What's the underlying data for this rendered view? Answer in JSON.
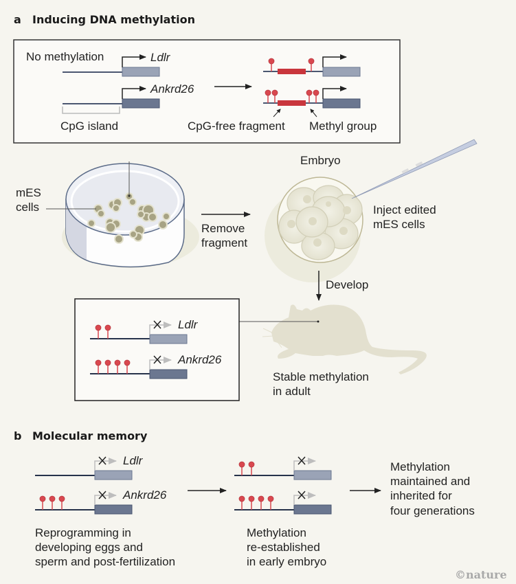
{
  "colors": {
    "background": "#f6f5ef",
    "box_background": "#fbfaf7",
    "ldlr_gene": "#9aa3b6",
    "ankrd26_gene": "#6b7790",
    "dna_line": "#4a5670",
    "methyl_group": "#d9484f",
    "cpg_free_fragment": "#c9363d",
    "silenced_arrow": "#bdbdbd",
    "mouse": "#e3e0cf",
    "copyright": "#a9a9a9"
  },
  "panel_a": {
    "letter": "a",
    "title": "Inducing DNA methylation",
    "top_box": {
      "no_methylation_label": "No methylation",
      "gene1": "Ldlr",
      "gene2": "Ankrd26",
      "cpg_island_label": "CpG island",
      "cpg_free_fragment_label": "CpG-free fragment",
      "methyl_group_label": "Methyl group",
      "after_methyl_counts": [
        2,
        4
      ]
    },
    "mes_cells_label_line1": "mES",
    "mes_cells_label_line2": "cells",
    "remove_fragment_line1": "Remove",
    "remove_fragment_line2": "fragment",
    "embryo_label": "Embryo",
    "inject_line1": "Inject edited",
    "inject_line2": "mES cells",
    "develop_label": "Develop",
    "adult_box": {
      "gene1": "Ldlr",
      "gene2": "Ankrd26",
      "methyl_counts": [
        2,
        4
      ]
    },
    "stable_line1": "Stable methylation",
    "stable_line2": "in adult"
  },
  "panel_b": {
    "letter": "b",
    "title": "Molecular memory",
    "stage1": {
      "gene1": "Ldlr",
      "gene2": "Ankrd26",
      "methyl_counts": [
        0,
        3
      ],
      "caption_line1": "Reprogramming in",
      "caption_line2": "developing eggs and",
      "caption_line3": "sperm and post-fertilization"
    },
    "stage2": {
      "methyl_counts": [
        2,
        4
      ],
      "caption_line1": "Methylation",
      "caption_line2": "re-established",
      "caption_line3": "in early embryo"
    },
    "stage3": {
      "caption_line1": "Methylation",
      "caption_line2": "maintained and",
      "caption_line3": "inherited for",
      "caption_line4": "four generations"
    }
  },
  "copyright": "©nature"
}
